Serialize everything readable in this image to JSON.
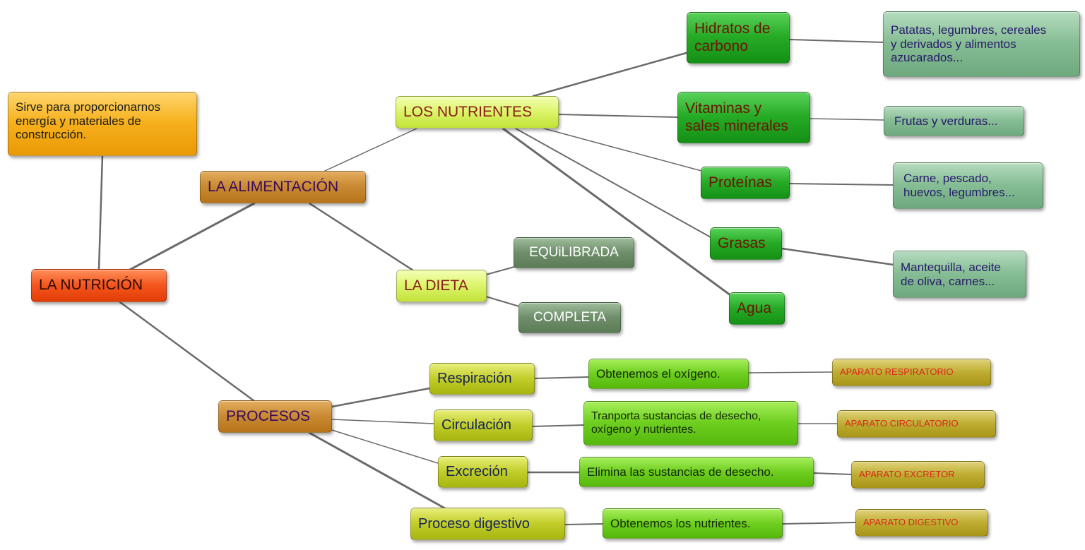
{
  "root": {
    "label": "LA NUTRICIÓN",
    "description": "Sirve para proporcionarnos\nenergía y materiales de\nconstrucción."
  },
  "alimentacion": {
    "label": "LA ALIMENTACIÓN",
    "nutrientes": {
      "label": "LOS NUTRIENTES",
      "items": [
        {
          "name": "Hidratos de\ncarbono",
          "examples": "Patatas, legumbres, cereales\ny derivados y alimentos\nazucarados..."
        },
        {
          "name": "Vitaminas y\nsales minerales",
          "examples": "Frutas y verduras..."
        },
        {
          "name": "Proteínas",
          "examples": "Carne, pescado,\nhuevos, legumbres..."
        },
        {
          "name": "Grasas",
          "examples": "Mantequilla, aceite\nde oliva,  carnes..."
        },
        {
          "name": "Agua",
          "examples": ""
        }
      ]
    },
    "dieta": {
      "label": "LA DIETA",
      "types": [
        "EQUiLIBRADA",
        "COMPLETA"
      ]
    }
  },
  "procesos": {
    "label": "PROCESOS",
    "items": [
      {
        "name": "Respiración",
        "description": "Obtenemos el oxígeno.",
        "system": "APARATO RESPIRATORIO"
      },
      {
        "name": "Circulación",
        "description": "Tranporta sustancias de desecho,\noxígeno y nutrientes.",
        "system": "APARATO CIRCULATORIO"
      },
      {
        "name": "Excreción",
        "description": "Elimina las sustancias de desecho.",
        "system": "APARATO EXCRETOR"
      },
      {
        "name": "Proceso digestivo",
        "description": "Obtenemos los nutrientes.",
        "system": "APARATO DIGESTIVO"
      }
    ]
  },
  "colors": {
    "root": "#f4561e",
    "description": "#f6b01c",
    "branch": "#c98a33",
    "sub_branch": "#dcf56b",
    "nutrient": "#26ab26",
    "process_description": "#6fcf21",
    "process": "#c2ce2a",
    "system": "#bfae33",
    "example": "#86bd94",
    "diet_type": "#6f8f6b",
    "connector": "#6a6a6a"
  }
}
